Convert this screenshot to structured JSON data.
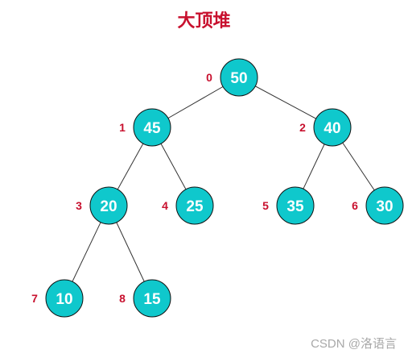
{
  "title": "大顶堆",
  "watermark": "CSDN @洛语言",
  "colors": {
    "node_fill": "#0fc8cc",
    "node_stroke": "#111111",
    "edge": "#333333",
    "index_label": "#c8102e",
    "title": "#c8102e"
  },
  "heap": {
    "nodes": [
      {
        "index": "0",
        "value": "50"
      },
      {
        "index": "1",
        "value": "45"
      },
      {
        "index": "2",
        "value": "40"
      },
      {
        "index": "3",
        "value": "20"
      },
      {
        "index": "4",
        "value": "25"
      },
      {
        "index": "5",
        "value": "35"
      },
      {
        "index": "6",
        "value": "30"
      },
      {
        "index": "7",
        "value": "10"
      },
      {
        "index": "8",
        "value": "15"
      }
    ],
    "edges": [
      [
        0,
        1
      ],
      [
        0,
        2
      ],
      [
        1,
        3
      ],
      [
        1,
        4
      ],
      [
        2,
        5
      ],
      [
        2,
        6
      ],
      [
        3,
        7
      ],
      [
        3,
        8
      ]
    ]
  }
}
